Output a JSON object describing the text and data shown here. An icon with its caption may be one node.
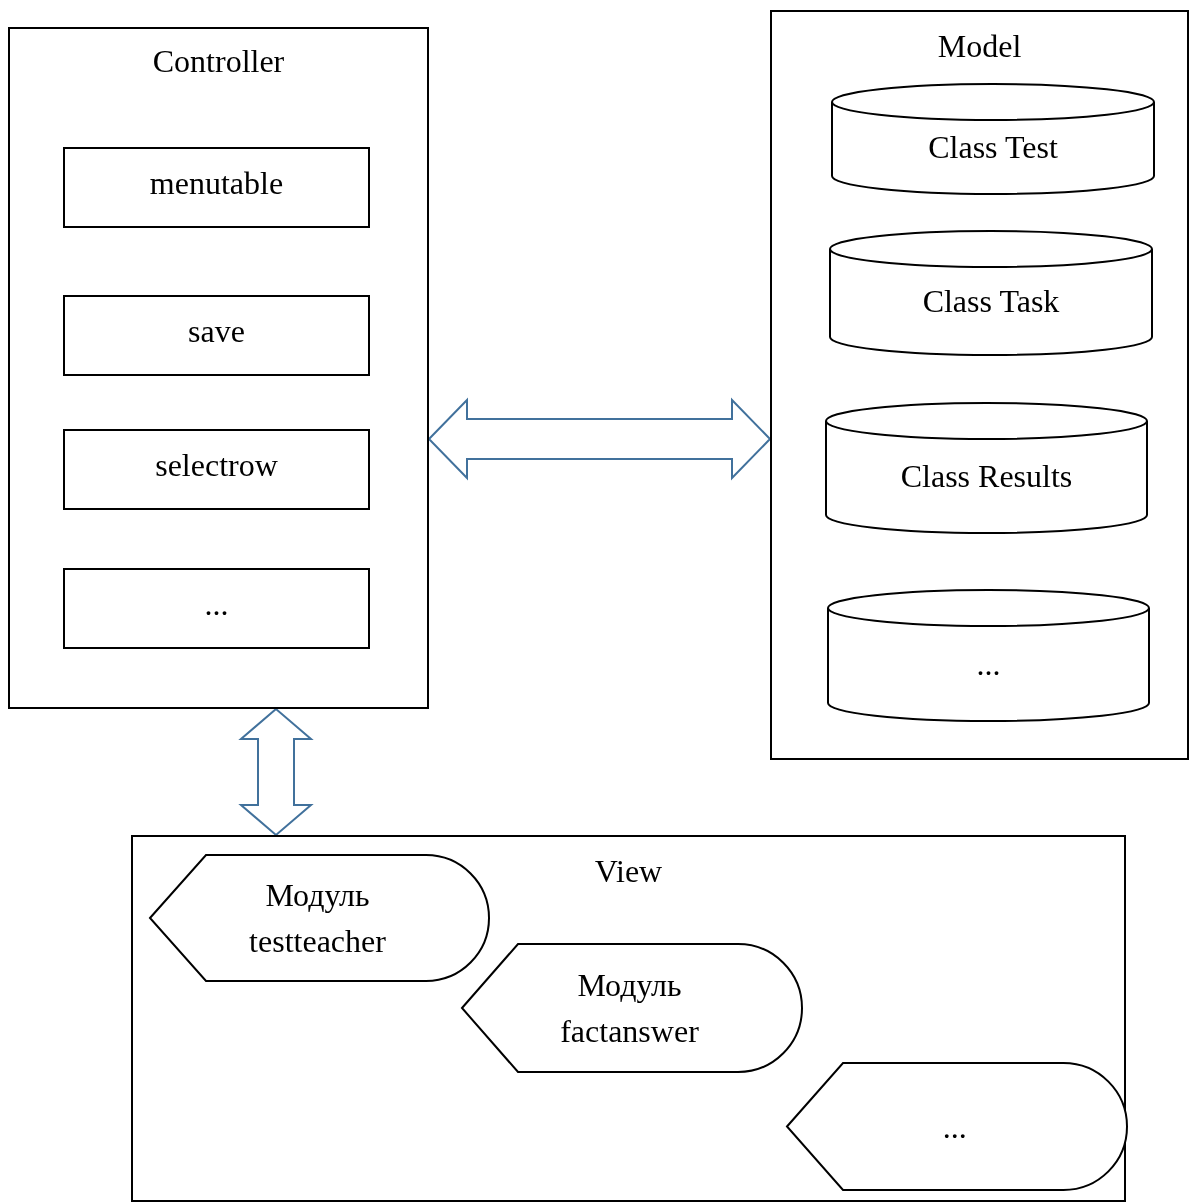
{
  "diagram": {
    "nodes": [
      {
        "text": [
          "Controller"
        ]
      },
      {
        "text": [
          "menutable"
        ],
        "in": 0
      },
      {
        "text": [
          "save"
        ],
        "in": 0
      },
      {
        "text": [
          "selectrow"
        ],
        "in": 0
      },
      {
        "text": [
          "..."
        ],
        "in": 0
      },
      {
        "text": [
          "Model"
        ]
      },
      {
        "text": [
          "Class Test"
        ],
        "in": 5
      },
      {
        "text": [
          "Class Task"
        ],
        "in": 5
      },
      {
        "text": [
          "Class Results"
        ],
        "in": 5
      },
      {
        "text": [
          "..."
        ],
        "in": 5
      },
      {
        "text": [
          "View"
        ]
      },
      {
        "text": [
          "Модуль testteacher"
        ],
        "in": 10
      },
      {
        "text": [
          "Модуль factanswer"
        ],
        "in": 10
      },
      {
        "text": [
          "..."
        ],
        "in": 10
      }
    ],
    "edges": [
      {
        "from": 0,
        "to": 5,
        "arrow": "both"
      },
      {
        "from": 0,
        "to": 10,
        "arrow": "both"
      }
    ]
  }
}
